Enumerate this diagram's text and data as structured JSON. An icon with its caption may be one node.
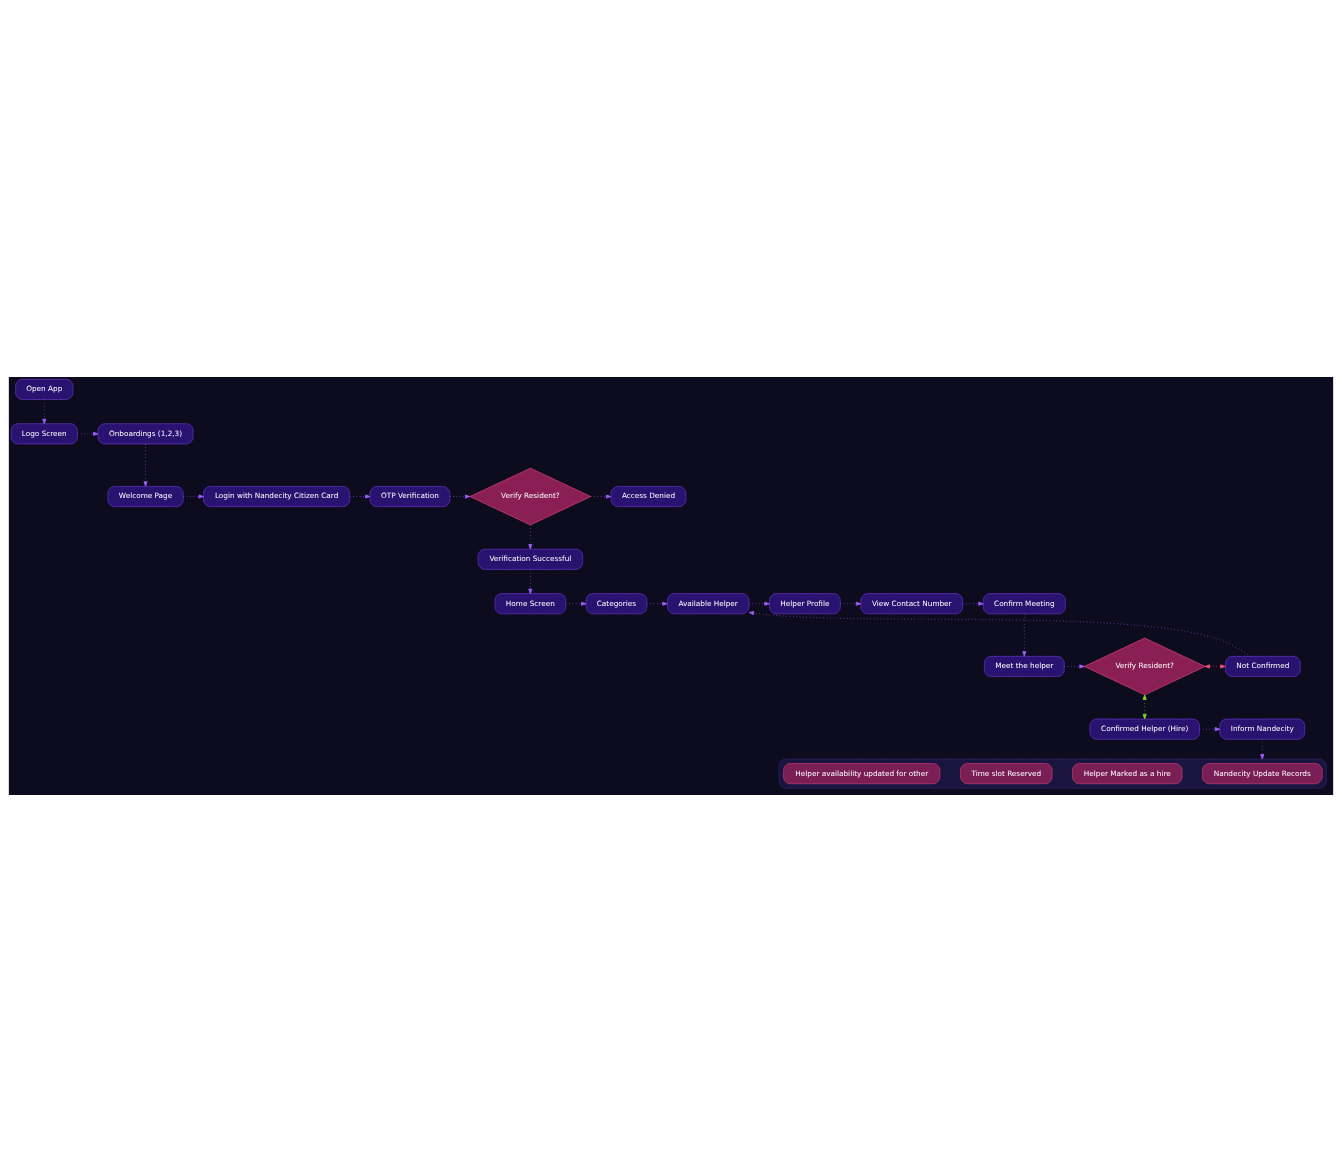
{
  "diagram": {
    "nodes": [
      {
        "text": [
          "Open App"
        ]
      },
      {
        "text": [
          "Logo Screen"
        ]
      },
      {
        "text": [
          "Onboardings (1,2,3)"
        ]
      },
      {
        "text": [
          "Welcome Page"
        ]
      },
      {
        "text": [
          "Login with Nandecity Citizen Card"
        ]
      },
      {
        "text": [
          "OTP Verification"
        ]
      },
      {
        "text": [
          "Verify Resident?"
        ]
      },
      {
        "text": [
          "Access Denied"
        ]
      },
      {
        "text": [
          "Verification Successful"
        ]
      },
      {
        "text": [
          "Home Screen"
        ]
      },
      {
        "text": [
          "Categories"
        ]
      },
      {
        "text": [
          "Available Helper"
        ]
      },
      {
        "text": [
          "Helper Profile"
        ]
      },
      {
        "text": [
          "View Contact Number"
        ]
      },
      {
        "text": [
          "Confirm Meeting"
        ]
      },
      {
        "text": [
          "Not Confirmed"
        ]
      },
      {
        "text": [
          "Verify Resident?"
        ]
      },
      {
        "text": [
          "Meet the helper"
        ]
      },
      {
        "text": [
          "Confirmed Helper (Hire)"
        ]
      },
      {
        "text": [
          "Inform Nandecity"
        ]
      },
      {
        "text": [],
        "shape": "box"
      },
      {
        "text": [
          "Nandecity Update Records"
        ],
        "in": 20
      },
      {
        "text": [
          "Helper Marked as a hire"
        ],
        "in": 20
      },
      {
        "text": [
          "Time slot Reserved"
        ],
        "in": 20
      },
      {
        "text": [
          "Helper availability updated for other"
        ],
        "in": 20
      }
    ],
    "edges": [
      {
        "from": 0,
        "to": 1,
        "arrow": "to"
      },
      {
        "from": 1,
        "to": 2,
        "arrow": "to"
      },
      {
        "from": 2,
        "to": 3,
        "arrow": "to"
      },
      {
        "from": 3,
        "to": 4,
        "arrow": "to"
      },
      {
        "from": 4,
        "to": 5,
        "arrow": "to"
      },
      {
        "from": 5,
        "to": 6,
        "arrow": "to"
      },
      {
        "from": 6,
        "to": 7,
        "arrow": "to"
      },
      {
        "from": 6,
        "to": 8,
        "arrow": "to"
      },
      {
        "from": 8,
        "to": 9,
        "arrow": "to"
      },
      {
        "from": 9,
        "to": 10,
        "arrow": "to"
      },
      {
        "from": 10,
        "to": 11,
        "arrow": "to"
      },
      {
        "from": 11,
        "to": 12,
        "arrow": "to"
      },
      {
        "from": 12,
        "to": 13,
        "arrow": "to"
      },
      {
        "from": 13,
        "to": 14,
        "arrow": "to"
      },
      {
        "from": 14,
        "to": 17,
        "arrow": "to"
      },
      {
        "from": 17,
        "to": 16,
        "arrow": "to"
      },
      {
        "from": 16,
        "to": 15,
        "arrow": "both",
        "color": "#f0506e"
      },
      {
        "from": 16,
        "to": 18,
        "arrow": "both",
        "color": "#7ed321"
      },
      {
        "from": 15,
        "to": 11,
        "arrow": "to"
      },
      {
        "from": 18,
        "to": 19,
        "arrow": "to"
      },
      {
        "from": 19,
        "to": 20,
        "arrow": "to"
      }
    ]
  }
}
